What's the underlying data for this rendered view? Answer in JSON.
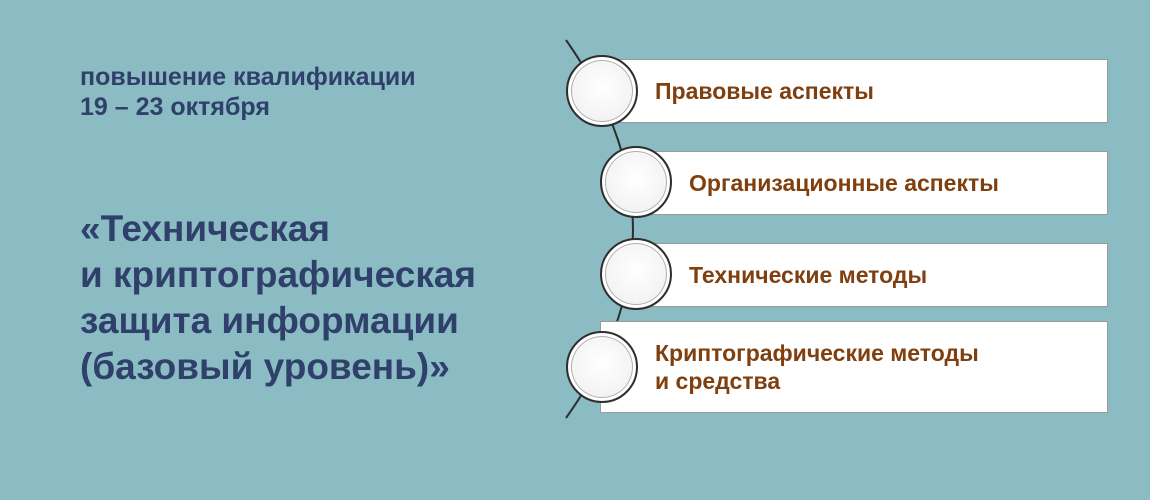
{
  "left": {
    "subtitle_line1": "повышение квалификации",
    "subtitle_line2": "19 – 23 октября",
    "title_lines": [
      "«Техническая",
      "и криптографическая",
      "защита информации",
      "(базовый уровень)»"
    ]
  },
  "steps": [
    {
      "lines": [
        "Правовые аспекты"
      ]
    },
    {
      "lines": [
        "Организационные аспекты"
      ]
    },
    {
      "lines": [
        "Технические методы"
      ]
    },
    {
      "lines": [
        "Криптографические методы",
        "и средства"
      ]
    }
  ],
  "colors": {
    "background": "#8bbcc4",
    "title_text": "#2f416a",
    "step_text": "#7f3f0f",
    "box_fill": "#ffffff"
  }
}
